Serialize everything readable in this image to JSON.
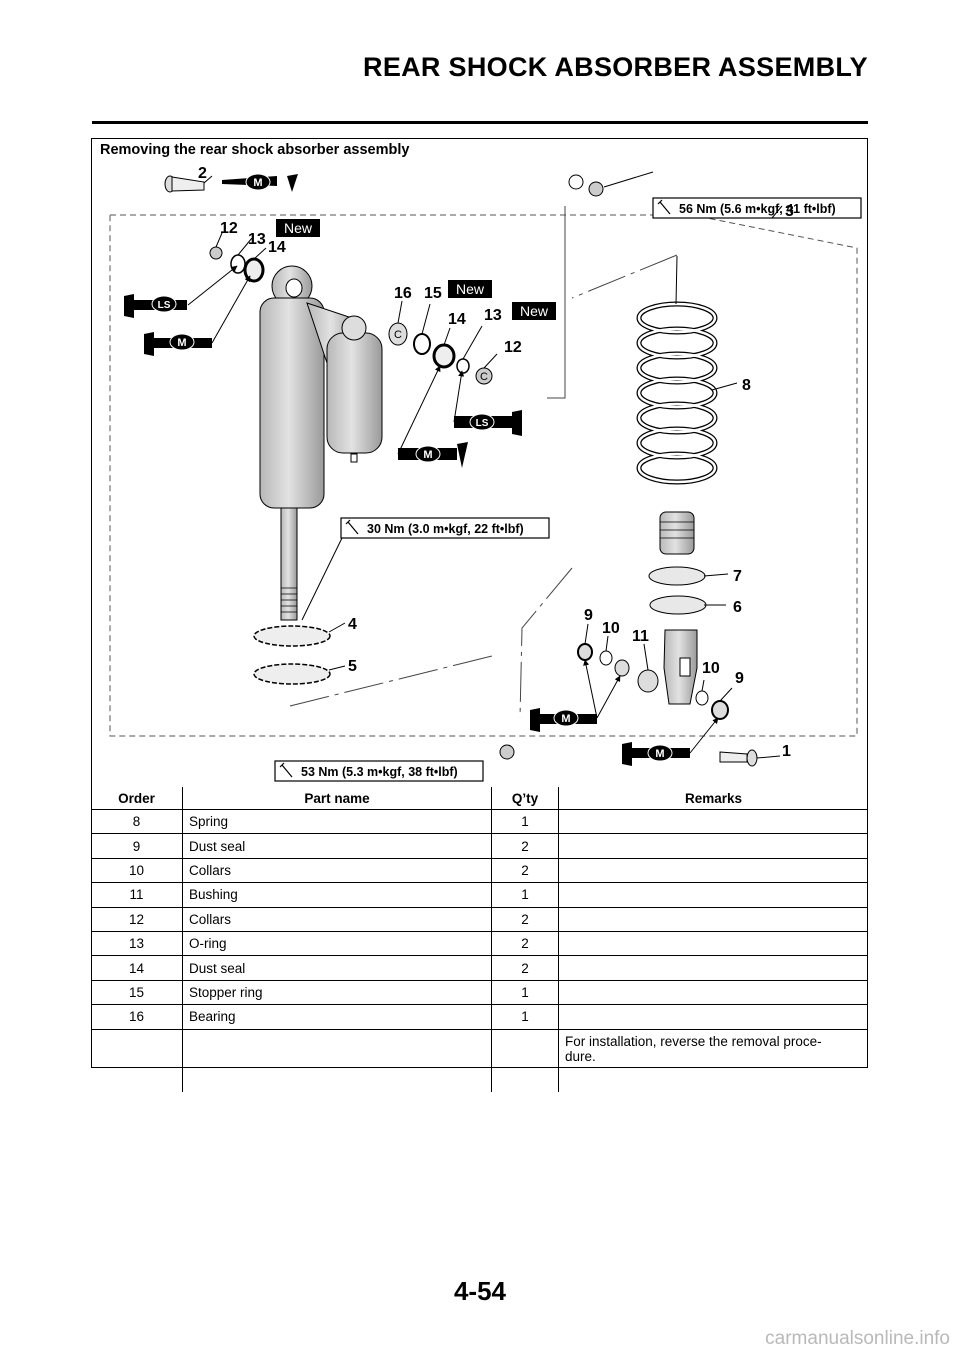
{
  "header": {
    "title": "REAR SHOCK ABSORBER ASSEMBLY"
  },
  "section": {
    "title": "Removing the rear shock absorber assembly"
  },
  "diagram": {
    "torque_top": "56 Nm (5.6 m•kgf, 41 ft•lbf)",
    "torque_middle": "30 Nm (3.0 m•kgf, 22 ft•lbf)",
    "torque_bottom": "53 Nm (5.3 m•kgf, 38 ft•lbf)",
    "new_label": "New",
    "grease_m": "M",
    "grease_ls": "LS",
    "grease_c": "C",
    "callouts": {
      "p1": "1",
      "p2": "2",
      "p3": "3",
      "p4": "4",
      "p5": "5",
      "p6": "6",
      "p7": "7",
      "p8": "8",
      "p9": "9",
      "p10": "10",
      "p11": "11",
      "p12": "12",
      "p13": "13",
      "p14": "14",
      "p15": "15",
      "p16": "16"
    }
  },
  "table": {
    "headers": {
      "order": "Order",
      "part": "Part name",
      "qty": "Q’ty",
      "remarks": "Remarks"
    },
    "rows": [
      {
        "order": "8",
        "part": "Spring",
        "qty": "1",
        "remarks": ""
      },
      {
        "order": "9",
        "part": "Dust seal",
        "qty": "2",
        "remarks": ""
      },
      {
        "order": "10",
        "part": "Collars",
        "qty": "2",
        "remarks": ""
      },
      {
        "order": "11",
        "part": "Bushing",
        "qty": "1",
        "remarks": ""
      },
      {
        "order": "12",
        "part": "Collars",
        "qty": "2",
        "remarks": ""
      },
      {
        "order": "13",
        "part": "O-ring",
        "qty": "2",
        "remarks": ""
      },
      {
        "order": "14",
        "part": "Dust seal",
        "qty": "2",
        "remarks": ""
      },
      {
        "order": "15",
        "part": "Stopper ring",
        "qty": "1",
        "remarks": ""
      },
      {
        "order": "16",
        "part": "Bearing",
        "qty": "1",
        "remarks": ""
      }
    ],
    "final_remark": "For installation, reverse the removal proce-dure."
  },
  "footer": {
    "page": "4-54",
    "watermark": "carmanualsonline.info"
  }
}
